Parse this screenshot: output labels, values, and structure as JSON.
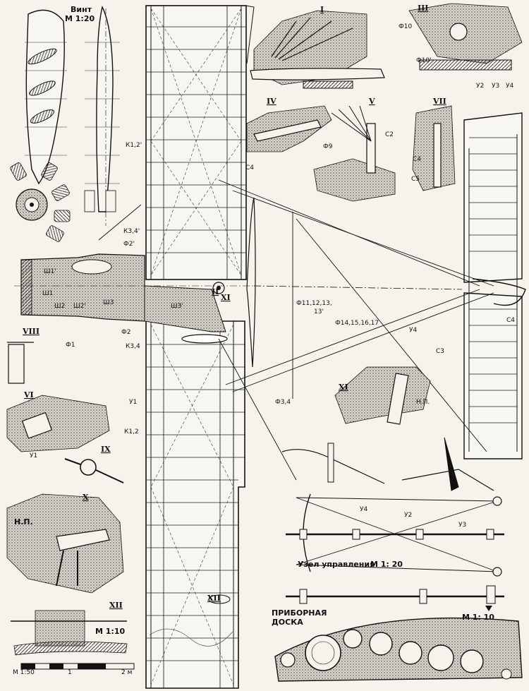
{
  "propeller": {
    "title": "Винт",
    "scale": "М 1:20"
  },
  "detail_numerals": [
    "I",
    "II",
    "III",
    "IV",
    "V",
    "VI",
    "VII",
    "VIII",
    "IX",
    "X",
    "XI",
    "XII"
  ],
  "labels": {
    "k1_2_prime": "К1,2'",
    "k3_4_prime": "К3,4'",
    "f2_prime": "Ф2'",
    "sh1_prime": "Ш1'",
    "sh1": "Ш1",
    "sh2": "Ш2",
    "sh2_prime": "Ш2'",
    "sh3": "Ш3",
    "sh3_prime": "Ш3'",
    "f2": "Ф2",
    "k3_4": "К3,4",
    "f1": "Ф1",
    "u1_left": "У1",
    "u1_mid": "У1",
    "k1_2": "К1,2",
    "f10": "Ф10",
    "f10_prime": "Ф10'",
    "u2_top": "У2",
    "u3_top": "У3",
    "u4_top": "У4",
    "c4_left": "С4",
    "f9": "Ф9",
    "c2": "С2",
    "c4_mid": "С4",
    "c5": "С5",
    "f11_line1": "Ф11,12,13,",
    "f11_line2": "13'",
    "f14": "Ф14,15,16,17",
    "u4_mid": "У4",
    "c4_right": "С4",
    "c3": "С3",
    "f3_4": "Ф3,4",
    "np_right": "Н.П.",
    "np_left": "Н.П.",
    "u4_ctrl": "У4",
    "u2_ctrl": "У2",
    "u3_ctrl": "У3"
  },
  "control_node": {
    "title": "Узел управления",
    "scale": "М 1: 20"
  },
  "detail_xii_scale": "М 1:10",
  "instrument_panel": {
    "title_line1": "ПРИБОРНАЯ",
    "title_line2": "ДОСКА",
    "scale": "М 1: 10"
  },
  "scale_bar": {
    "label": "М 1:50",
    "mid": "1",
    "end": "2 м"
  }
}
